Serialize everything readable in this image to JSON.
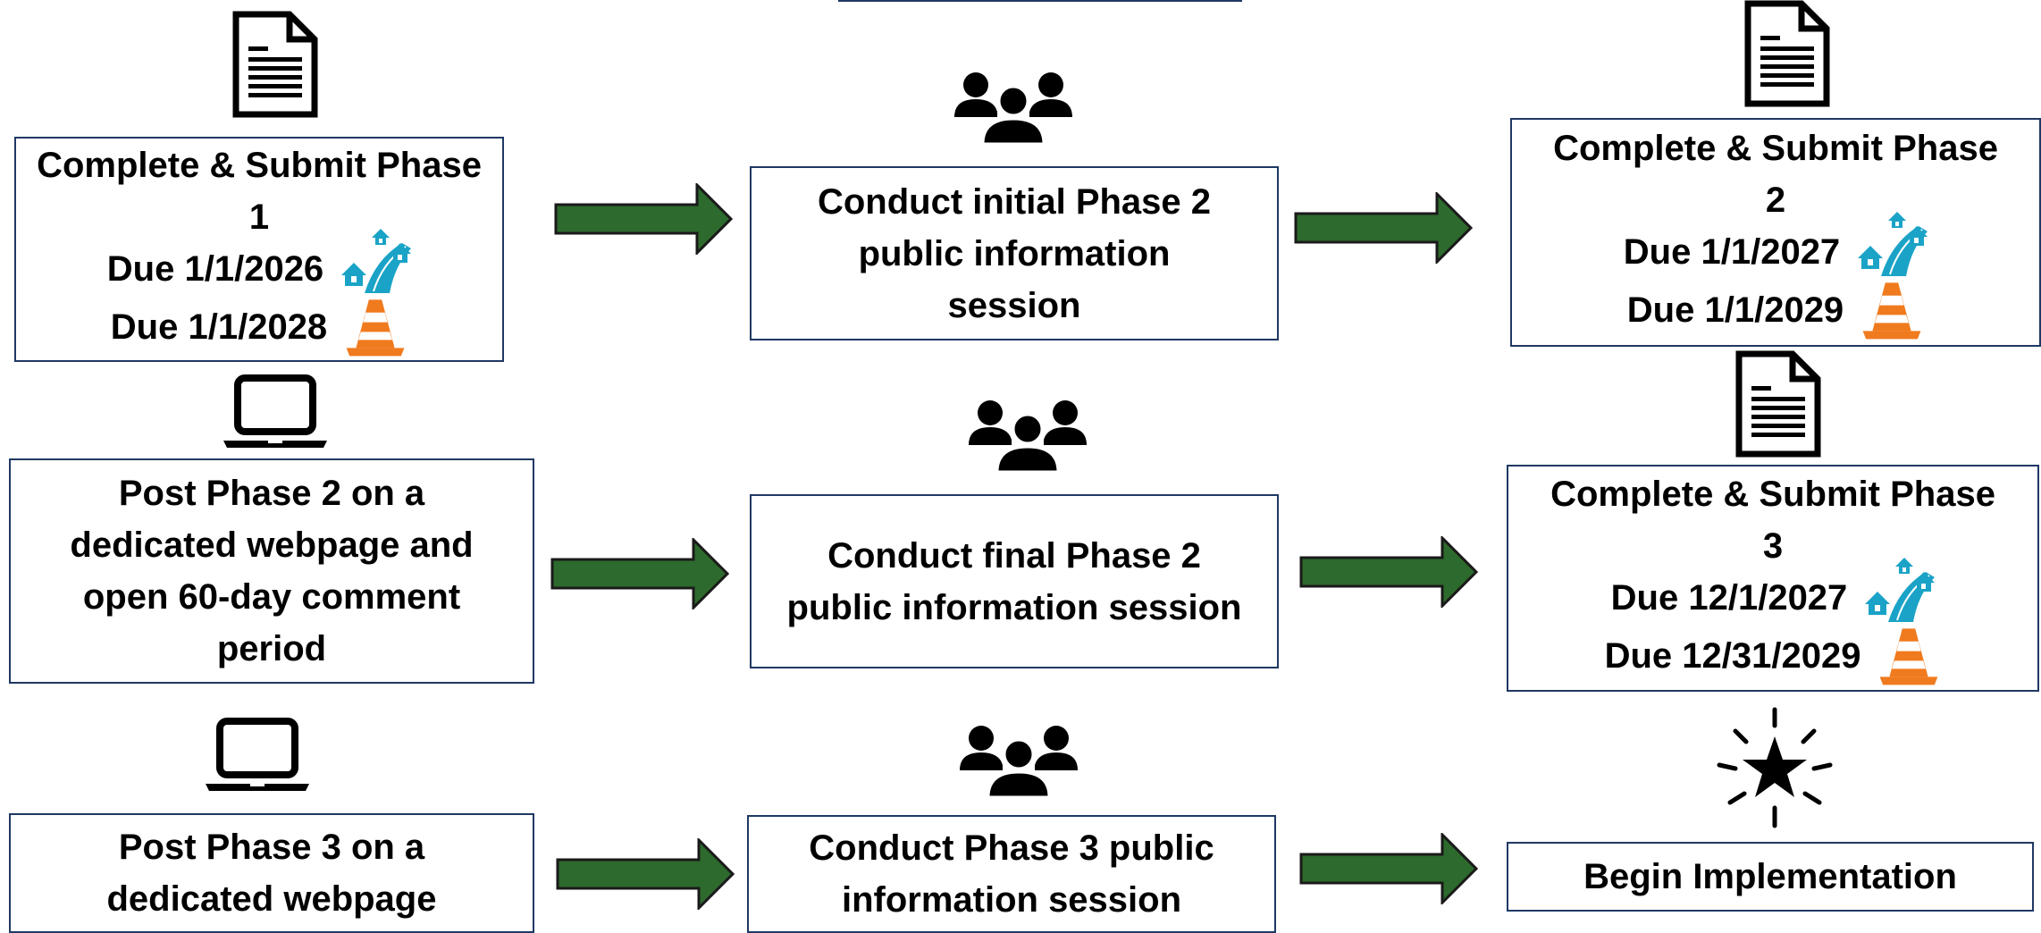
{
  "colors": {
    "box_border": "#1f3864",
    "arrow_fill": "#2d6a2d",
    "arrow_stroke": "#1a1a1a",
    "house_blue": "#1aa3c7",
    "cone_orange": "#f07a1e"
  },
  "row1": {
    "box1": {
      "lines": [
        "Complete & Submit Phase",
        "1"
      ],
      "due": [
        {
          "text": "Due 1/1/2026",
          "icon": "houses-road-icon"
        },
        {
          "text": "Due 1/1/2028",
          "icon": "traffic-cone-icon"
        }
      ]
    },
    "box2": {
      "lines": [
        "Conduct initial Phase 2",
        "public information",
        "session"
      ]
    },
    "box3": {
      "lines": [
        "Complete & Submit Phase",
        "2"
      ],
      "due": [
        {
          "text": "Due 1/1/2027",
          "icon": "houses-road-icon"
        },
        {
          "text": "Due 1/1/2029",
          "icon": "traffic-cone-icon"
        }
      ]
    }
  },
  "row2": {
    "box1": {
      "lines": [
        "Post Phase 2 on a",
        "dedicated webpage and",
        "open 60-day comment",
        "period"
      ]
    },
    "box2": {
      "lines": [
        "Conduct final Phase 2",
        "public information session"
      ]
    },
    "box3": {
      "lines": [
        "Complete & Submit Phase",
        "3"
      ],
      "due": [
        {
          "text": "Due 12/1/2027",
          "icon": "houses-road-icon"
        },
        {
          "text": "Due 12/31/2029",
          "icon": "traffic-cone-icon"
        }
      ]
    }
  },
  "row3": {
    "box1": {
      "lines": [
        "Post Phase 3 on a",
        "dedicated webpage"
      ]
    },
    "box2": {
      "lines": [
        "Conduct Phase 3 public",
        "information session"
      ]
    },
    "box3": {
      "lines": [
        "Begin Implementation"
      ]
    }
  },
  "icons": [
    "document-icon",
    "people-group-icon",
    "laptop-icon",
    "star-burst-icon",
    "houses-road-icon",
    "traffic-cone-icon"
  ]
}
